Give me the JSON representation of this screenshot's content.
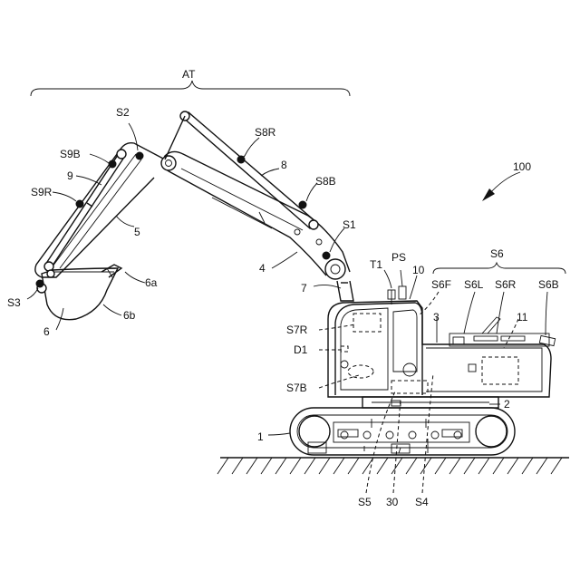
{
  "labels": {
    "AT": "AT",
    "S2": "S2",
    "S8R": "S8R",
    "S9B": "S9B",
    "n9": "9",
    "n8": "8",
    "S8B": "S8B",
    "n100": "100",
    "S9R": "S9R",
    "n5": "5",
    "S1": "S1",
    "n4": "4",
    "T1": "T1",
    "PS": "PS",
    "S6": "S6",
    "n10": "10",
    "n6a": "6a",
    "n7": "7",
    "S6F": "S6F",
    "S6L": "S6L",
    "S6R": "S6R",
    "S6B": "S6B",
    "S3": "S3",
    "n6b": "6b",
    "n3": "3",
    "n11": "11",
    "n6": "6",
    "S7R": "S7R",
    "D1": "D1",
    "S7B": "S7B",
    "n2": "2",
    "n1": "1",
    "S5": "S5",
    "n30": "30",
    "S4": "S4"
  }
}
